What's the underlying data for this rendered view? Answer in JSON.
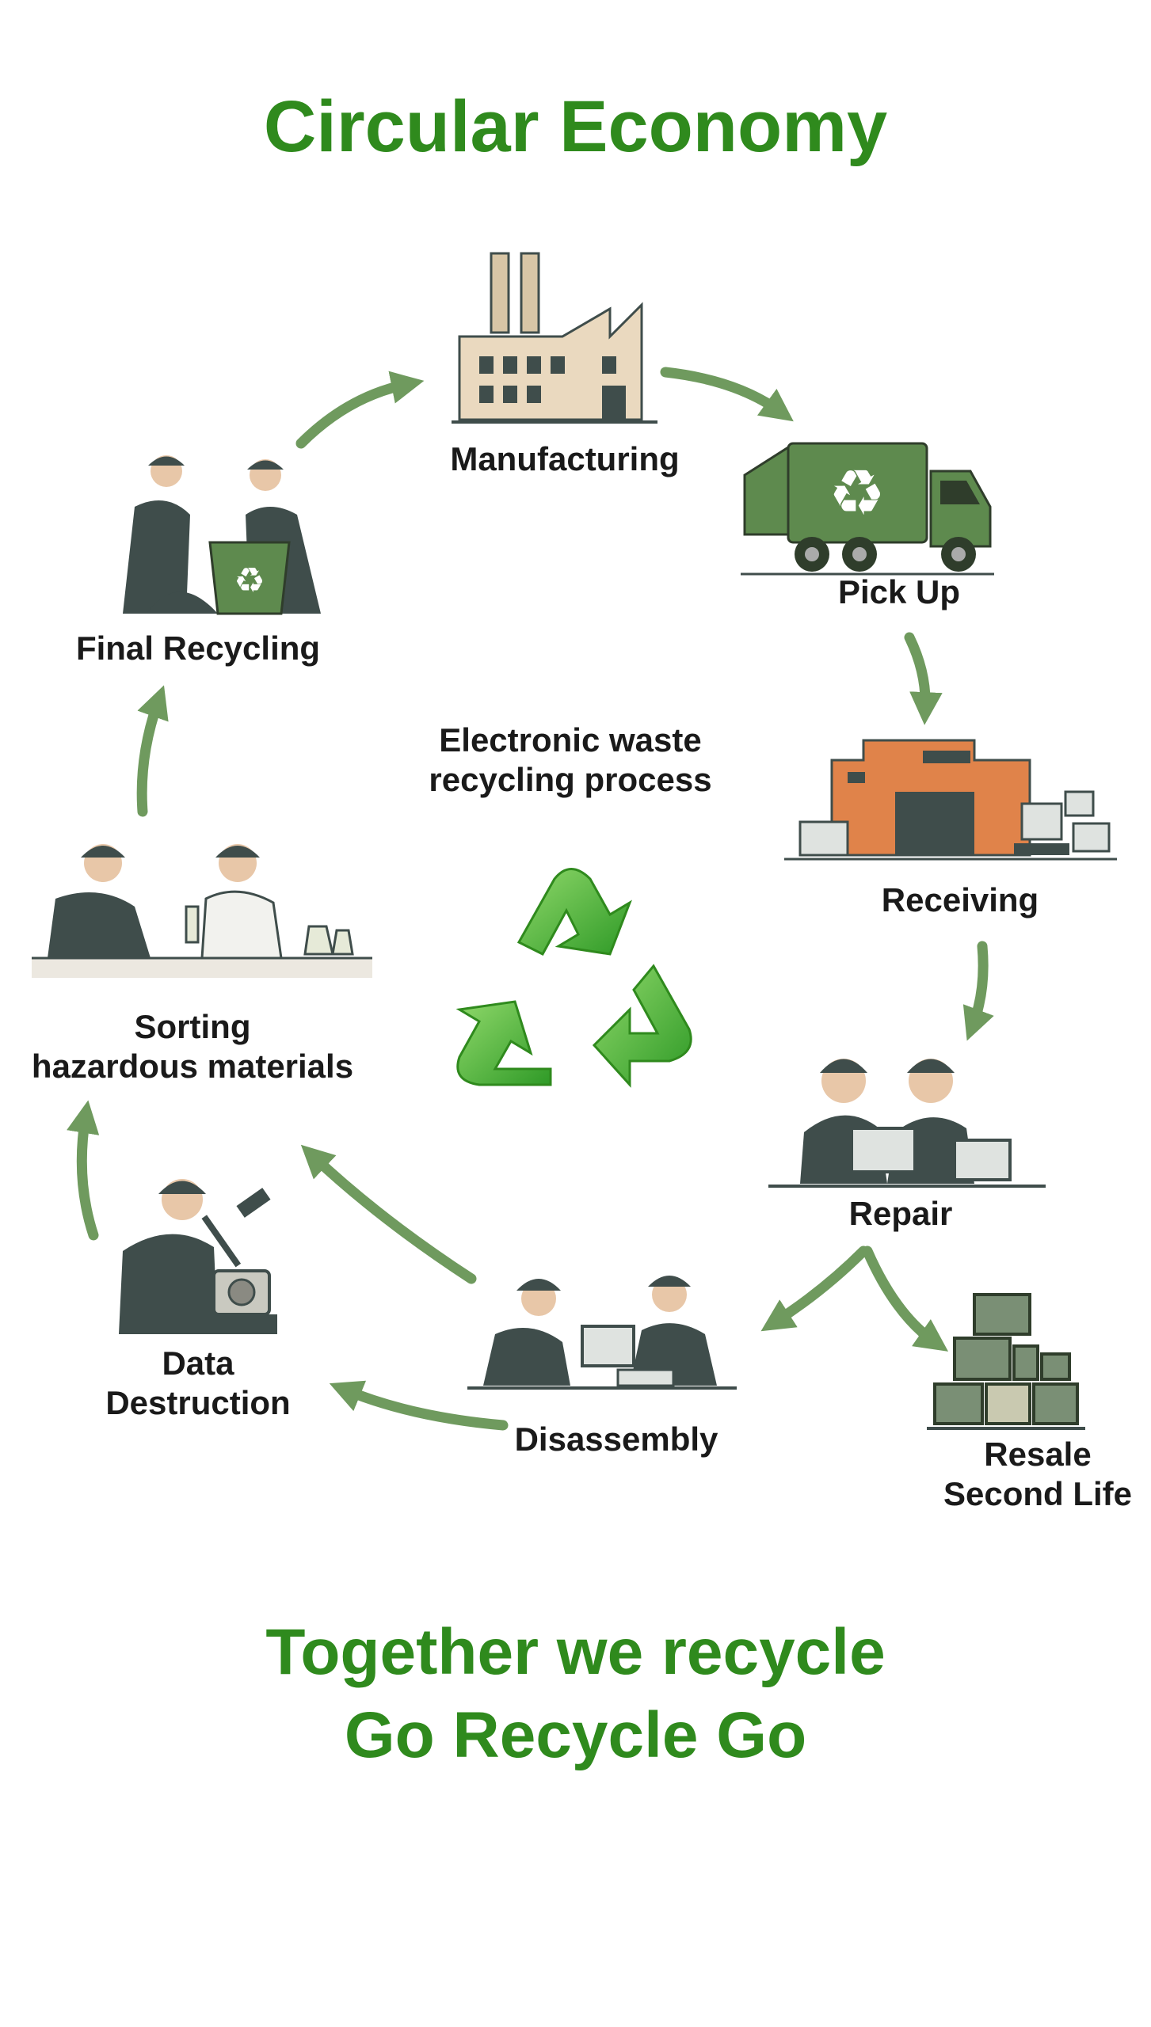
{
  "title": "Circular Economy",
  "center_caption": {
    "line1": "Electronic waste",
    "line2": "recycling process"
  },
  "stages": {
    "manufacturing": "Manufacturing",
    "pick_up": "Pick Up",
    "receiving": "Receiving",
    "repair": "Repair",
    "resale": {
      "line1": "Resale",
      "line2": "Second Life"
    },
    "disassembly": "Disassembly",
    "data_destruction": {
      "line1": "Data",
      "line2": "Destruction"
    },
    "sorting": {
      "line1": "Sorting",
      "line2": "hazardous materials"
    },
    "final_recycling": "Final Recycling"
  },
  "footer": {
    "line1": "Together we recycle",
    "line2": "Go Recycle Go"
  },
  "colors": {
    "title_green": "#2f8a1d",
    "arrow_green": "#6f9a5e",
    "truck_green": "#5e8a4e",
    "building_orange": "#e0834a",
    "worker_dark": "#3f4d4b",
    "factory_beige": "#ead9bf",
    "recycle_green": "#4fb23a"
  },
  "icons": [
    "factory-icon",
    "recycling-truck-icon",
    "warehouse-icon",
    "repair-workers-icon",
    "stacked-monitors-icon",
    "disassembly-workers-icon",
    "hammer-hard-drive-icon",
    "lab-workers-icon",
    "recycling-bin-workers-icon",
    "recycle-symbol-icon"
  ]
}
